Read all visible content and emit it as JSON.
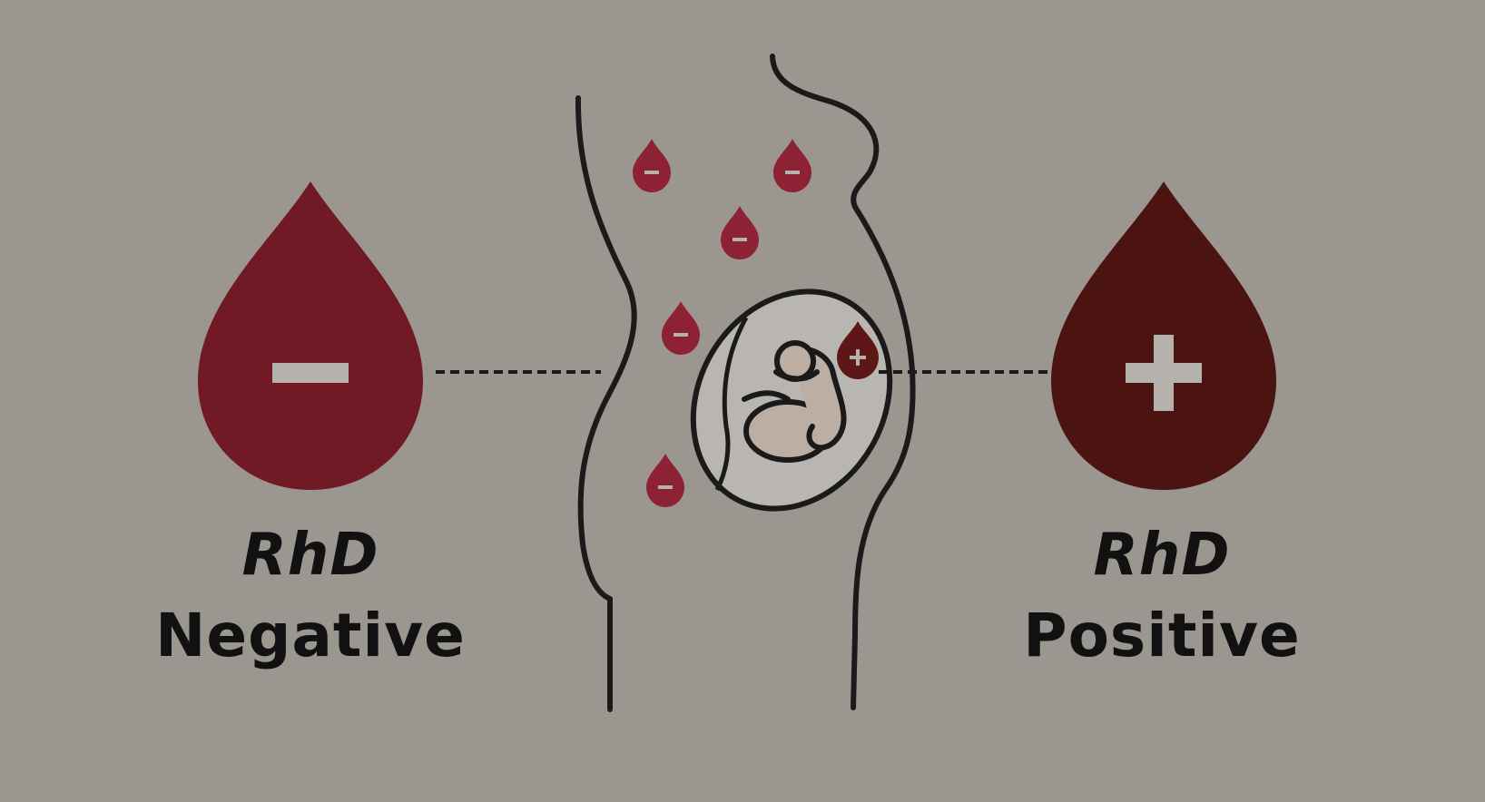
{
  "labels": {
    "negative": {
      "line1": "RhD",
      "line2": "Negative"
    },
    "positive": {
      "line1": "RhD",
      "line2": "Positive"
    }
  },
  "colors": {
    "background": "#9b968f",
    "negative_drop": "#711a26",
    "small_drop": "#8c2233",
    "positive_drop": "#4b1411",
    "fetal_drop": "#5e1717",
    "sign": "#b5b1ad",
    "outline": "#1a1a1a",
    "womb": "#b9b6b2",
    "fetus": "#bcaea3"
  },
  "icons": {
    "negative_drop": "rhd-negative-drop-icon",
    "positive_drop": "rhd-positive-drop-icon",
    "pregnant_body": "pregnant-body-outline-icon",
    "womb": "womb-icon",
    "fetus": "fetus-icon",
    "maternal_drops": "negative-small-drop-icon",
    "fetal_drop": "positive-small-drop-icon"
  }
}
